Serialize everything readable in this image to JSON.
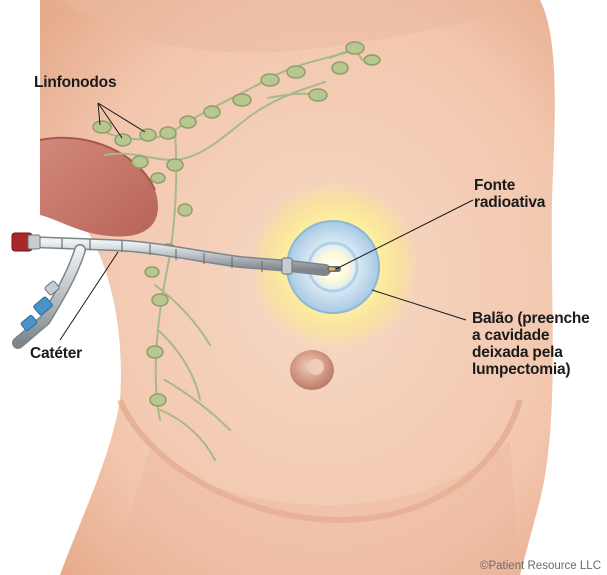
{
  "labels": {
    "lymph_nodes": "Linfonodos",
    "radioactive_source": "Fonte\nradioativa",
    "balloon": "Balão (preenche\na cavidade\ndeixada pela\nlumpectomia)",
    "catheter": "Catéter"
  },
  "credit": "©Patient Resource LLC",
  "colors": {
    "skin": "#f3cbb3",
    "skin_shadow": "#e4a98c",
    "cavity": "#c8756a",
    "lymph_node": "#b8c690",
    "lymph_vessel": "#a9b88a",
    "balloon": "#bcd6ea",
    "glow": "#fbe98c",
    "catheter": "#9aa1a6",
    "connector_blue": "#4a93c9",
    "connector_red": "#a8262c",
    "leader_line": "#1a1a1a"
  }
}
